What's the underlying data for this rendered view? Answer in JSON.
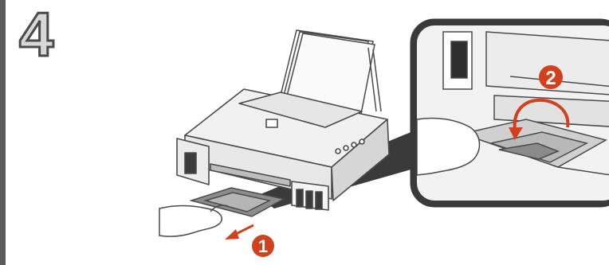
{
  "step": {
    "number": "4"
  },
  "callouts": [
    {
      "label": "1",
      "color": "#d2411e"
    },
    {
      "label": "2",
      "color": "#d2411e"
    }
  ],
  "colors": {
    "sidebar": "#5a5a5a",
    "outline": "#4a4a4a",
    "badge": "#d2411e",
    "printer_body": "#eeeeee"
  },
  "icons": [
    "printer",
    "paper-stack",
    "hand",
    "arrow",
    "zoom-inset"
  ]
}
